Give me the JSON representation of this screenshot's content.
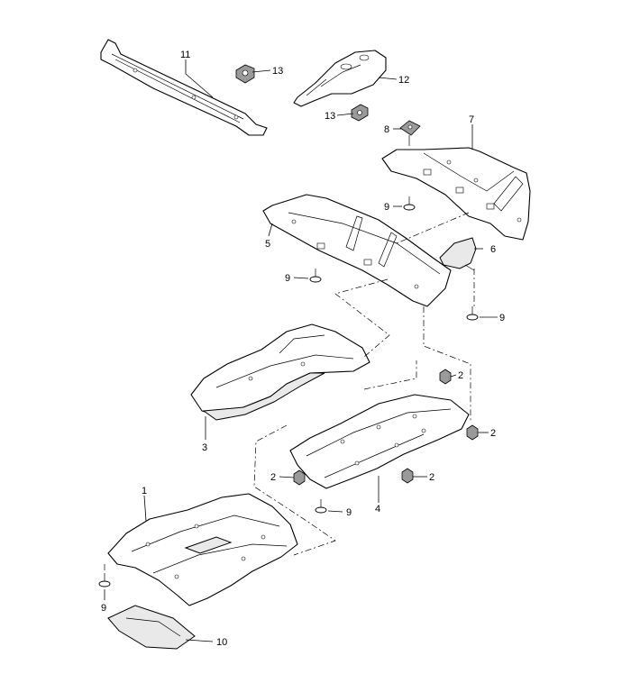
{
  "callouts": {
    "c1": "1",
    "c2a": "2",
    "c2b": "2",
    "c2c": "2",
    "c2d": "2",
    "c3": "3",
    "c4": "4",
    "c5": "5",
    "c6": "6",
    "c7": "7",
    "c8": "8",
    "c9a": "9",
    "c9b": "9",
    "c9c": "9",
    "c9d": "9",
    "c9e": "9",
    "c10": "10",
    "c11": "11",
    "c12": "12",
    "c13a": "13",
    "c13b": "13"
  }
}
